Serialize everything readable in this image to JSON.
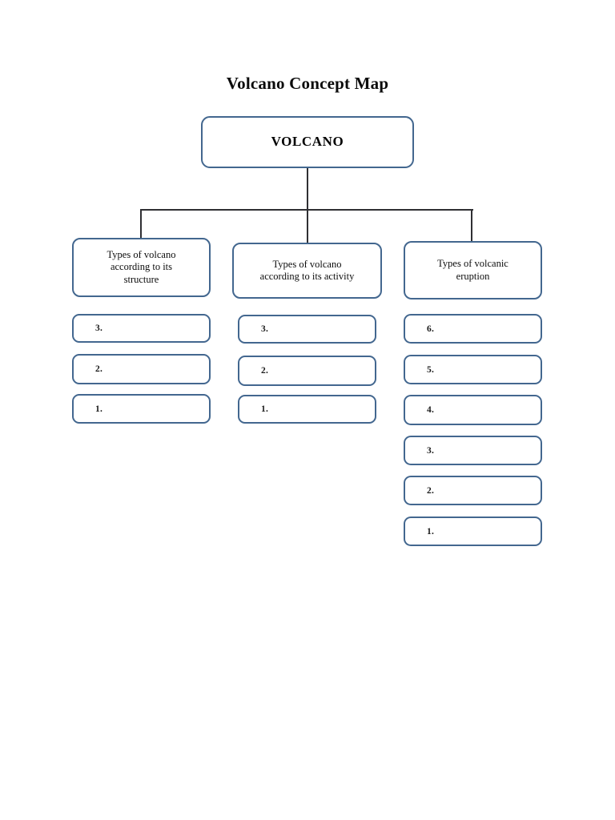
{
  "document": {
    "title": "Volcano Concept Map",
    "page_background": "#ffffff",
    "box_border_color": "#43678f",
    "connector_color": "#2f2f33"
  },
  "root_node": {
    "label": "VOLCANO"
  },
  "branches": [
    {
      "category_label": "Types of volcano\naccording to its\nstructure",
      "slots": [
        {
          "number": "3."
        },
        {
          "number": "2."
        },
        {
          "number": "1."
        }
      ]
    },
    {
      "category_label": "Types of volcano\naccording to its activity",
      "slots": [
        {
          "number": "3."
        },
        {
          "number": "2."
        },
        {
          "number": "1."
        }
      ]
    },
    {
      "category_label": "Types of volcanic\neruption",
      "slots": [
        {
          "number": "6."
        },
        {
          "number": "5."
        },
        {
          "number": "4."
        },
        {
          "number": "3."
        },
        {
          "number": "2."
        },
        {
          "number": "1."
        }
      ]
    }
  ]
}
